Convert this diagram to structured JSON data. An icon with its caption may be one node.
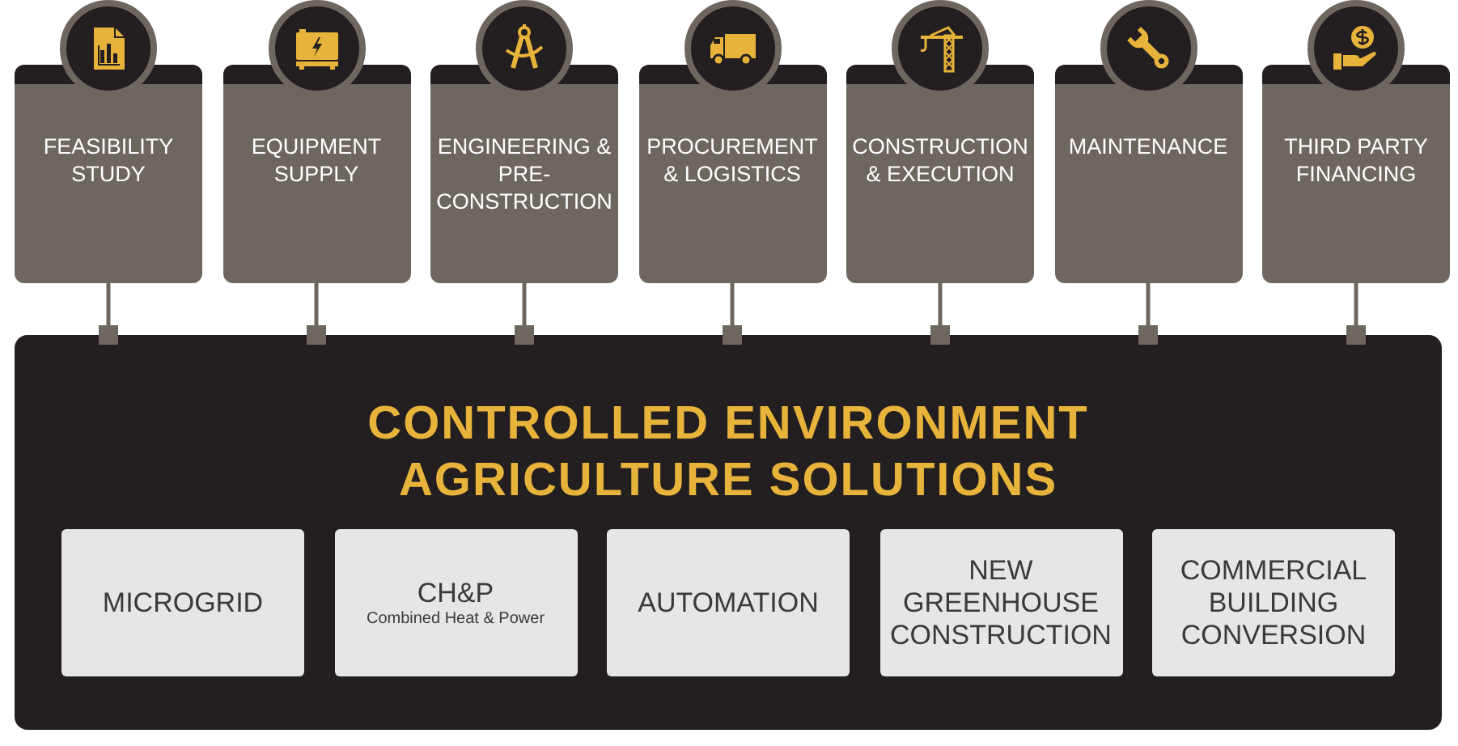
{
  "diagram": {
    "nodes": [
      {
        "text": [
          "FEASIBILITY STUDY"
        ]
      },
      {
        "text": [
          "EQUIPMENT SUPPLY"
        ]
      },
      {
        "text": [
          "ENGINEERING & PRE-CONSTRUCTION"
        ]
      },
      {
        "text": [
          "PROCUREMENT & LOGISTICS"
        ]
      },
      {
        "text": [
          "CONSTRUCTION & EXECUTION"
        ]
      },
      {
        "text": [
          "MAINTENANCE"
        ]
      },
      {
        "text": [
          "THIRD PARTY FINANCING"
        ]
      },
      {
        "text": [
          "CONTROLLED ENVIRONMENT AGRICULTURE SOLUTIONS"
        ]
      },
      {
        "text": [
          "MICROGRID"
        ],
        "in": 7
      },
      {
        "text": [
          "CH&P",
          "Combined Heat & Power"
        ],
        "in": 7
      },
      {
        "text": [
          "AUTOMATION"
        ],
        "in": 7
      },
      {
        "text": [
          "NEW GREENHOUSE CONSTRUCTION"
        ],
        "in": 7
      },
      {
        "text": [
          "COMMERCIAL BUILDING CONVERSION"
        ],
        "in": 7
      }
    ],
    "edges": [
      {
        "from": 0,
        "to": 7,
        "arrow": "other"
      },
      {
        "from": 1,
        "to": 7,
        "arrow": "other"
      },
      {
        "from": 2,
        "to": 7,
        "arrow": "other"
      },
      {
        "from": 3,
        "to": 7,
        "arrow": "other"
      },
      {
        "from": 4,
        "to": 7,
        "arrow": "other"
      },
      {
        "from": 5,
        "to": 7,
        "arrow": "other"
      },
      {
        "from": 6,
        "to": 7,
        "arrow": "other"
      }
    ]
  }
}
